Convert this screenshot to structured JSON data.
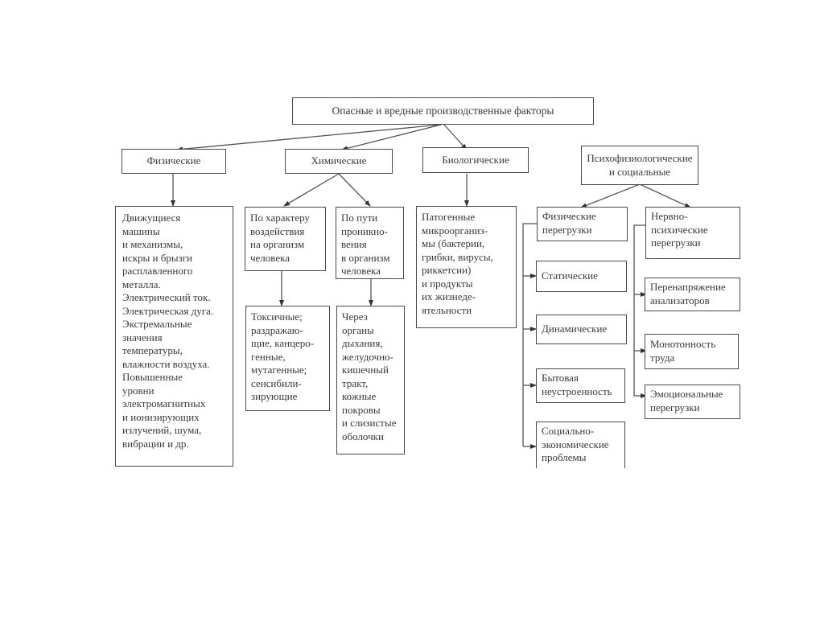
{
  "diagram": {
    "title": "Опасные и вредные производственные факторы",
    "categories": [
      {
        "id": "physical",
        "label": "Физические"
      },
      {
        "id": "chemical",
        "label": "Химические"
      },
      {
        "id": "biological",
        "label": "Биологические"
      },
      {
        "id": "psycho",
        "lines": [
          "Психофизиологические",
          "и социальные"
        ]
      }
    ],
    "physical_detail": {
      "lines": [
        "Движущиеся",
        "машины",
        "и механизмы,",
        "искры и брызги",
        "расплавленного",
        "металла.",
        "Электрический ток.",
        "Электрическая дуга.",
        "Экстремальные",
        "значения",
        "температуры,",
        "влажности воздуха.",
        "Повышенные",
        "уровни",
        "электромагнитных",
        "и  ионизирующих",
        "излучений, шума,",
        "вибрации и др."
      ]
    },
    "chemical_sub": [
      {
        "id": "by-effect",
        "lines": [
          "По характеру",
          "воздействия",
          "на организм",
          "человека"
        ]
      },
      {
        "id": "by-path",
        "lines": [
          "По пути",
          "проникно-",
          "вения",
          "в организм",
          "человека"
        ]
      }
    ],
    "chemical_detail": [
      {
        "id": "toxic",
        "lines": [
          "Токсичные;",
          "раздражаю-",
          "щие, канцеро-",
          "генные,",
          "мутагенные;",
          "сенсибили-",
          "зирующие"
        ]
      },
      {
        "id": "through-organs",
        "lines": [
          "Через",
          "органы",
          "дыхания,",
          "желудочно-",
          "кишечный",
          "тракт,",
          "кожные",
          "покровы",
          "и слизистые",
          "оболочки"
        ]
      }
    ],
    "biological_detail": {
      "lines": [
        "Патогенные",
        "микроорганиз-",
        "мы (бактерии,",
        "грибки, вирусы,",
        "риккетсии)",
        "и продукты",
        "их жизнеде-",
        "ятельности"
      ]
    },
    "psycho_left": {
      "head": {
        "lines": [
          "Физические",
          "перегрузки"
        ]
      },
      "items": [
        {
          "lines": [
            "Статические"
          ]
        },
        {
          "lines": [
            "Динамические"
          ]
        },
        {
          "lines": [
            "Бытовая",
            "неустроенность"
          ]
        },
        {
          "lines": [
            "Социально-",
            "экономические",
            "проблемы"
          ]
        }
      ]
    },
    "psycho_right": {
      "head": {
        "lines": [
          "Нервно-",
          "психические",
          "перегрузки"
        ]
      },
      "items": [
        {
          "lines": [
            "Перенапряжение",
            "анализаторов"
          ]
        },
        {
          "lines": [
            "Монотонность",
            "труда"
          ]
        },
        {
          "lines": [
            "Эмоциональные",
            "перегрузки"
          ]
        }
      ]
    }
  }
}
